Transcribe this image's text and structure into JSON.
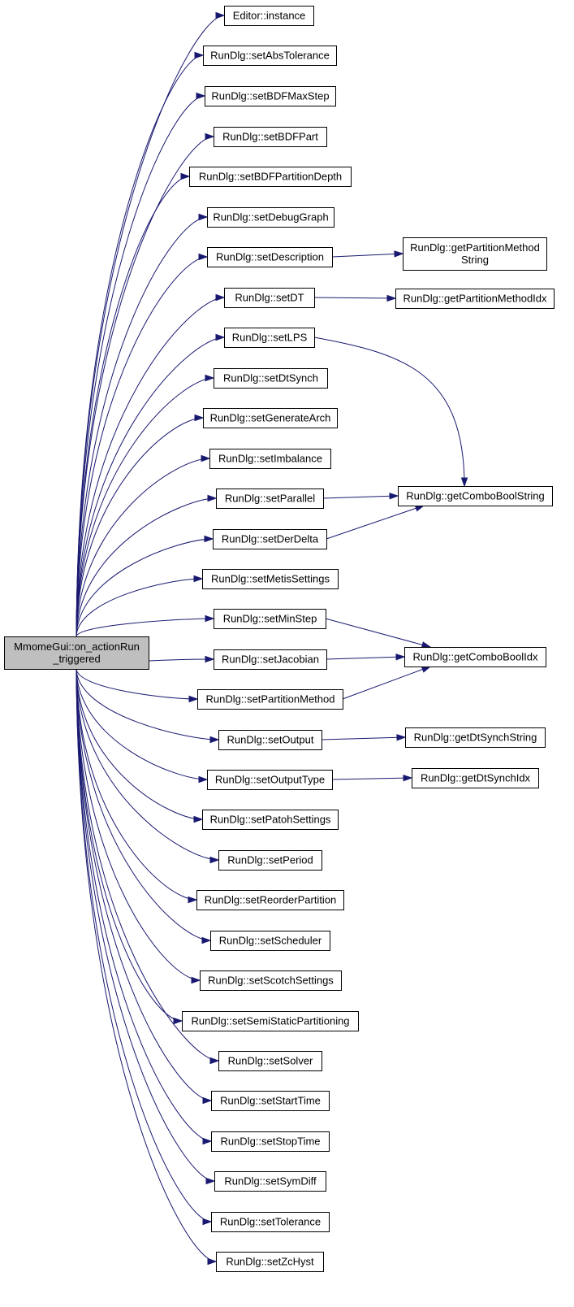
{
  "graph": {
    "root": {
      "id": "root",
      "label": [
        "MmomeGui::on_actionRun",
        "_triggered"
      ]
    },
    "nodes": [
      {
        "id": "n_instance",
        "label": [
          "Editor::instance"
        ]
      },
      {
        "id": "n_abstol",
        "label": [
          "RunDlg::setAbsTolerance"
        ]
      },
      {
        "id": "n_bdfmax",
        "label": [
          "RunDlg::setBDFMaxStep"
        ]
      },
      {
        "id": "n_bdfpart",
        "label": [
          "RunDlg::setBDFPart"
        ]
      },
      {
        "id": "n_bdfdepth",
        "label": [
          "RunDlg::setBDFPartitionDepth"
        ]
      },
      {
        "id": "n_debug",
        "label": [
          "RunDlg::setDebugGraph"
        ]
      },
      {
        "id": "n_desc",
        "label": [
          "RunDlg::setDescription"
        ]
      },
      {
        "id": "n_dt",
        "label": [
          "RunDlg::setDT"
        ]
      },
      {
        "id": "n_lps",
        "label": [
          "RunDlg::setLPS"
        ]
      },
      {
        "id": "n_dtsynch",
        "label": [
          "RunDlg::setDtSynch"
        ]
      },
      {
        "id": "n_genarch",
        "label": [
          "RunDlg::setGenerateArch"
        ]
      },
      {
        "id": "n_imbal",
        "label": [
          "RunDlg::setImbalance"
        ]
      },
      {
        "id": "n_parallel",
        "label": [
          "RunDlg::setParallel"
        ]
      },
      {
        "id": "n_derdelta",
        "label": [
          "RunDlg::setDerDelta"
        ]
      },
      {
        "id": "n_metis",
        "label": [
          "RunDlg::setMetisSettings"
        ]
      },
      {
        "id": "n_minstep",
        "label": [
          "RunDlg::setMinStep"
        ]
      },
      {
        "id": "n_jacobian",
        "label": [
          "RunDlg::setJacobian"
        ]
      },
      {
        "id": "n_partmethod",
        "label": [
          "RunDlg::setPartitionMethod"
        ]
      },
      {
        "id": "n_output",
        "label": [
          "RunDlg::setOutput"
        ]
      },
      {
        "id": "n_outtype",
        "label": [
          "RunDlg::setOutputType"
        ]
      },
      {
        "id": "n_patoh",
        "label": [
          "RunDlg::setPatohSettings"
        ]
      },
      {
        "id": "n_period",
        "label": [
          "RunDlg::setPeriod"
        ]
      },
      {
        "id": "n_reorder",
        "label": [
          "RunDlg::setReorderPartition"
        ]
      },
      {
        "id": "n_sched",
        "label": [
          "RunDlg::setScheduler"
        ]
      },
      {
        "id": "n_scotch",
        "label": [
          "RunDlg::setScotchSettings"
        ]
      },
      {
        "id": "n_semistatic",
        "label": [
          "RunDlg::setSemiStaticPartitioning"
        ]
      },
      {
        "id": "n_solver",
        "label": [
          "RunDlg::setSolver"
        ]
      },
      {
        "id": "n_start",
        "label": [
          "RunDlg::setStartTime"
        ]
      },
      {
        "id": "n_stop",
        "label": [
          "RunDlg::setStopTime"
        ]
      },
      {
        "id": "n_symdiff",
        "label": [
          "RunDlg::setSymDiff"
        ]
      },
      {
        "id": "n_tol",
        "label": [
          "RunDlg::setTolerance"
        ]
      },
      {
        "id": "n_zchyst",
        "label": [
          "RunDlg::setZcHyst"
        ]
      },
      {
        "id": "n_getpmstr",
        "label": [
          "RunDlg::getPartitionMethod",
          "String"
        ]
      },
      {
        "id": "n_getpmidx",
        "label": [
          "RunDlg::getPartitionMethodIdx"
        ]
      },
      {
        "id": "n_getcbstr",
        "label": [
          "RunDlg::getComboBoolString"
        ]
      },
      {
        "id": "n_getcbidx",
        "label": [
          "RunDlg::getComboBoolIdx"
        ]
      },
      {
        "id": "n_getdtstr",
        "label": [
          "RunDlg::getDtSynchString"
        ]
      },
      {
        "id": "n_getdtidx",
        "label": [
          "RunDlg::getDtSynchIdx"
        ]
      }
    ],
    "edges": [
      [
        "root",
        "n_instance"
      ],
      [
        "root",
        "n_abstol"
      ],
      [
        "root",
        "n_bdfmax"
      ],
      [
        "root",
        "n_bdfpart"
      ],
      [
        "root",
        "n_bdfdepth"
      ],
      [
        "root",
        "n_debug"
      ],
      [
        "root",
        "n_desc"
      ],
      [
        "root",
        "n_dt"
      ],
      [
        "root",
        "n_lps"
      ],
      [
        "root",
        "n_dtsynch"
      ],
      [
        "root",
        "n_genarch"
      ],
      [
        "root",
        "n_imbal"
      ],
      [
        "root",
        "n_parallel"
      ],
      [
        "root",
        "n_derdelta"
      ],
      [
        "root",
        "n_metis"
      ],
      [
        "root",
        "n_minstep"
      ],
      [
        "root",
        "n_jacobian"
      ],
      [
        "root",
        "n_partmethod"
      ],
      [
        "root",
        "n_output"
      ],
      [
        "root",
        "n_outtype"
      ],
      [
        "root",
        "n_patoh"
      ],
      [
        "root",
        "n_period"
      ],
      [
        "root",
        "n_reorder"
      ],
      [
        "root",
        "n_sched"
      ],
      [
        "root",
        "n_scotch"
      ],
      [
        "root",
        "n_semistatic"
      ],
      [
        "root",
        "n_solver"
      ],
      [
        "root",
        "n_start"
      ],
      [
        "root",
        "n_stop"
      ],
      [
        "root",
        "n_symdiff"
      ],
      [
        "root",
        "n_tol"
      ],
      [
        "root",
        "n_zchyst"
      ],
      [
        "n_desc",
        "n_getpmstr"
      ],
      [
        "n_dt",
        "n_getpmidx"
      ],
      [
        "n_lps",
        "n_getcbstr"
      ],
      [
        "n_parallel",
        "n_getcbstr"
      ],
      [
        "n_derdelta",
        "n_getcbstr"
      ],
      [
        "n_minstep",
        "n_getcbidx"
      ],
      [
        "n_jacobian",
        "n_getcbidx"
      ],
      [
        "n_partmethod",
        "n_getcbidx"
      ],
      [
        "n_output",
        "n_getdtstr"
      ],
      [
        "n_outtype",
        "n_getdtidx"
      ]
    ]
  }
}
